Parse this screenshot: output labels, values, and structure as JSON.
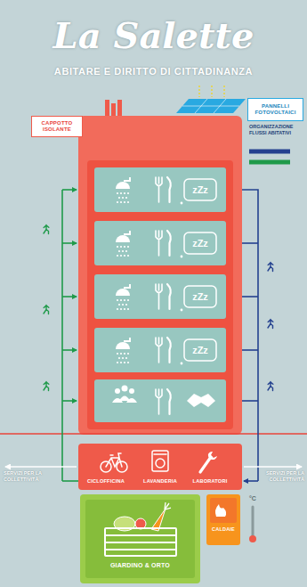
{
  "diagram": {
    "title": "La Salette",
    "nodes": [
      {
        "text": [
          "CAPPOTTO ISOLANTE"
        ]
      },
      {
        "text": [
          "PANNELLI FOTOVOLTAICI"
        ]
      },
      {
        "text": [
          "CICLOFFICINA",
          "LAVANDERIA",
          "LABORATORI"
        ]
      },
      {
        "text": [
          "GIARDINO & ORTO"
        ]
      },
      {
        "text": [
          "CALDAIE"
        ]
      }
    ],
    "labels": [
      "ABITARE E DIRITTO DI CITTADINANZA",
      "ORGANIZZAZIONE FLUSSI ABITATIVI",
      "zZz",
      "zZz",
      "zZz",
      "zZz",
      "SERVIZI PER LA COLLETTIVITÀ",
      "SERVIZI PER LA COLLETTIVITÀ",
      "°C"
    ]
  }
}
